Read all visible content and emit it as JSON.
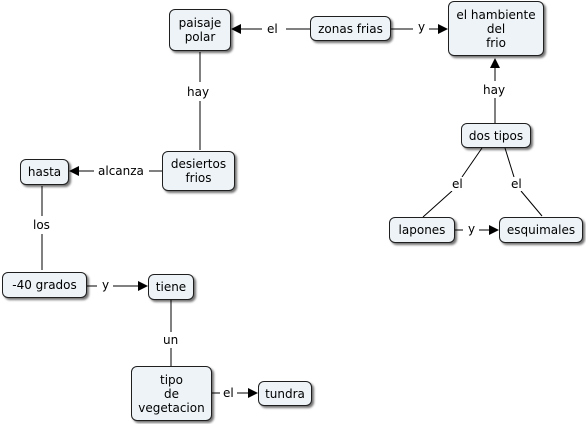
{
  "concepts": {
    "paisaje_polar": "paisaje\npolar",
    "zonas_frias": "zonas frias",
    "ambiente_frio": "el hambiente\ndel\nfrio",
    "dos_tipos": "dos tipos",
    "lapones": "lapones",
    "esquimales": "esquimales",
    "desiertos_frios": "desiertos\nfrios",
    "hasta": "hasta",
    "menos_40": "-40 grados",
    "tiene": "tiene",
    "tipo_vegetacion": "tipo\nde\nvegetacion",
    "tundra": "tundra"
  },
  "links": {
    "el_zonas_paisaje": "el",
    "y_zonas_ambiente": "y",
    "hay_paisaje_desiertos": "hay",
    "hay_dos_ambiente": "hay",
    "el_dos_lapones": "el",
    "el_dos_esquimales": "el",
    "y_lapones_esquimales": "y",
    "alcanza": "alcanza",
    "los": "los",
    "y_grados_tiene": "y",
    "un": "un",
    "el_tipo_tundra": "el"
  },
  "colors": {
    "node_fill": "#edf3f7",
    "node_border": "#1f1f1f",
    "line": "#000000"
  }
}
